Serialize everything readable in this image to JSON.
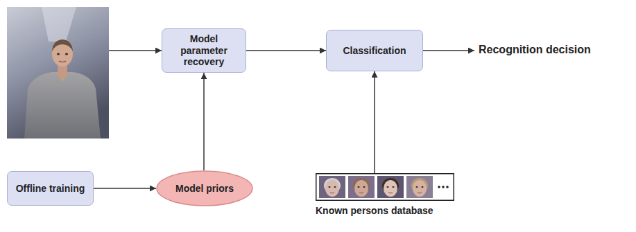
{
  "diagram": {
    "nodes": [
      {
        "text": [
          "Model parameter recovery"
        ]
      },
      {
        "text": [
          "Classification"
        ]
      },
      {
        "text": [
          "Offline training"
        ]
      },
      {
        "text": [
          "Model priors"
        ]
      },
      {
        "text": [
          "Known persons database"
        ]
      }
    ],
    "edges": [
      {
        "from": 0,
        "to": 1,
        "arrow": "to"
      },
      {
        "from": 2,
        "to": 3,
        "arrow": "to"
      },
      {
        "from": 3,
        "to": 0,
        "arrow": "to"
      },
      {
        "from": 4,
        "to": 1,
        "arrow": "to"
      }
    ],
    "labels": [
      "Recognition decision"
    ]
  }
}
